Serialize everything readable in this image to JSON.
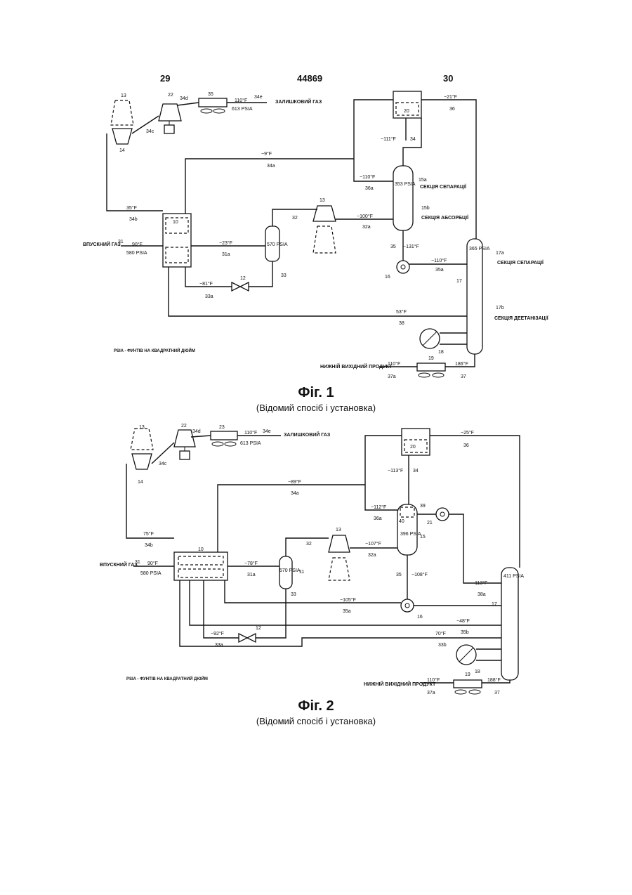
{
  "header": {
    "page_left": "29",
    "doc_number": "44869",
    "page_right": "30"
  },
  "fig1": {
    "title": "Фіг. 1",
    "subtitle": "(Відомий спосіб і установка)",
    "legend_note": "PSIA - ФУНТІВ НА КВАДРАТНИЙ ДЮЙМ",
    "labels": {
      "n13": "13",
      "n22": "22",
      "n34d": "34d",
      "n35": "35",
      "t110": "110°F",
      "n34e": "34e",
      "p613": "613 PSIA",
      "residual": "ЗАЛИШКОВИЙ ГАЗ",
      "n20": "20",
      "t_21": "−21°F",
      "n36": "36",
      "t_111": "−111°F",
      "n34": "34",
      "n14": "14",
      "n34c": "34c",
      "t_9": "−9°F",
      "n34a": "34a",
      "t_110": "−110°F",
      "n36a": "36a",
      "p353": "353 PSIA",
      "n15a": "15a",
      "sec_sep": "СЕКЦІЯ СЕПАРАЦІЇ",
      "n15b": "15b",
      "sec_abs": "СЕКЦІЯ АБСОРБЦІЇ",
      "t35": "35°F",
      "n34b": "34b",
      "n10": "10",
      "n32": "32",
      "t_100": "−100°F",
      "n32a": "32a",
      "inlet_gas": "ВПУСКНИЙ ГАЗ",
      "n31": "31",
      "t90": "90°F",
      "p580": "580 PSIA",
      "t_23": "−23°F",
      "n31a": "31a",
      "p570": "570 PSIA",
      "n33": "33",
      "t_131": "−131°F",
      "n12": "12",
      "t_81": "−81°F",
      "n33a": "33a",
      "p365": "365 PSIA",
      "n17a": "17a",
      "sec_sep2": "СЕКЦІЯ СЕПАРАЦІЇ",
      "t_110b": "−110°F",
      "n35a": "35a",
      "n16": "16",
      "n17": "17",
      "n17b": "17b",
      "sec_strip": "СЕКЦІЯ ДЕЕТАНІЗАЦІЇ",
      "t53": "53°F",
      "n38": "38",
      "n18": "18",
      "n19": "19",
      "bottom": "НИЖНІЙ ВИХІДНИЙ ПРОДУКТ",
      "t110c": "110°F",
      "n37a": "37a",
      "t186": "186°F",
      "n37": "37"
    }
  },
  "fig2": {
    "title": "Фіг. 2",
    "subtitle": "(Відомий спосіб і установка)",
    "legend_note": "PSIA - ФУНТІВ НА КВАДРАТНИЙ ДЮЙМ",
    "labels": {
      "n13": "13",
      "n22": "22",
      "n34d": "34d",
      "n23": "23",
      "t110": "110°F",
      "n34e": "34e",
      "p613": "613 PSIA",
      "residual": "ЗАЛИШКОВИЙ ГАЗ",
      "n20": "20",
      "t_25": "−25°F",
      "n36": "36",
      "t_113": "−113°F",
      "n34": "34",
      "n14": "14",
      "n34c": "34c",
      "t_89": "−89°F",
      "n34a": "34a",
      "t_112": "−112°F",
      "n36a": "36a",
      "n39": "39",
      "n40": "40",
      "n21": "21",
      "t75": "75°F",
      "n34b": "34b",
      "n10": "10",
      "n32": "32",
      "t_107": "−107°F",
      "n32a": "32a",
      "p396": "396 PSIA",
      "n15": "15",
      "inlet_gas": "ВПУСКНИЙ ГАЗ",
      "n31": "31",
      "t90": "90°F",
      "p580": "580 PSIA",
      "t_78": "−78°F",
      "n31a": "31a",
      "p570": "570 PSIA",
      "n11": "11",
      "n35": "35",
      "t_108": "−108°F",
      "t_113b": "−113°F",
      "n38a": "38a",
      "p411": "411 PSIA",
      "n33": "33",
      "t_105": "−105°F",
      "n35a": "35a",
      "n16": "16",
      "n17": "17",
      "t_48": "−48°F",
      "n35b": "35b",
      "n12": "12",
      "t_92": "−92°F",
      "n33a": "33a",
      "t70": "70°F",
      "n33b": "33b",
      "n18": "18",
      "bottom": "НИЖНІЙ ВИХІДНИЙ ПРОДУКТ",
      "t110c": "110°F",
      "n37a": "37a",
      "n19": "19",
      "t188": "188°F",
      "n37": "37"
    }
  }
}
